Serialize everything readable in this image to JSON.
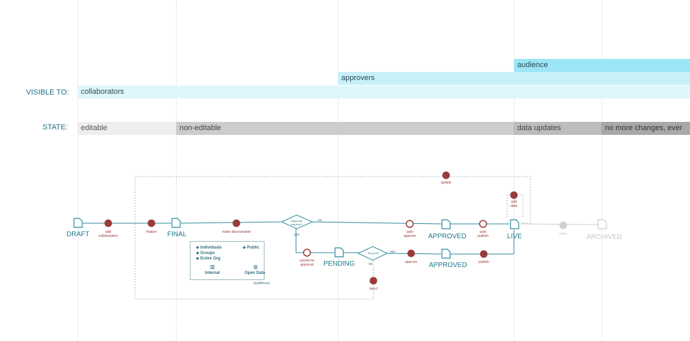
{
  "labels": {
    "visible_to": "VISIBLE TO:",
    "state": "STATE:"
  },
  "visibility": {
    "collaborators": "collaborators",
    "approvers": "approvers",
    "audience": "audience"
  },
  "states": {
    "editable": "editable",
    "non_editable": "non-editable",
    "data_updates": "data updates",
    "no_more_changes": "no more changes, ever"
  },
  "nodes": {
    "draft": "DRAFT",
    "final": "FINAL",
    "approved_auto": "APPROVED",
    "live": "LIVE",
    "archived": "ARCHIVED",
    "pending": "PENDING",
    "approved_manual": "APPROVED"
  },
  "events": {
    "add_collaborators": "add collaborators",
    "finalize": "finalize",
    "make_discoverable": "make discoverable",
    "auto_approve": "auto approve",
    "auto_publish": "auto publish",
    "update": "update",
    "add_data": "add data",
    "retire": "retire",
    "submit_for_approval": "submit for approval",
    "approve": "approve",
    "publish": "publish",
    "reject": "reject"
  },
  "decisions": {
    "approval_required": "Approval required?",
    "all_good": "All good?",
    "no": "no",
    "yes": "yes"
  },
  "legend": {
    "internal_items": [
      "Individuals",
      "Groups",
      "Entire Org"
    ],
    "internal_label": "Internal",
    "public_item": "Public",
    "open_data_label": "Open Data",
    "caption": "(audience)"
  },
  "colors": {
    "collaborators_bar": "#dff6fb",
    "approvers_bar": "#c8f0f9",
    "audience_bar": "#9be5f6",
    "editable_bar": "#eeeeee",
    "non_editable_bar": "#cccccc",
    "data_updates_bar": "#bcbcbc",
    "no_more_changes_bar": "#a8a8a8",
    "flow_line": "#2e8aa0",
    "event_dot": "#9a3b3b",
    "retired": "#cccccc"
  }
}
